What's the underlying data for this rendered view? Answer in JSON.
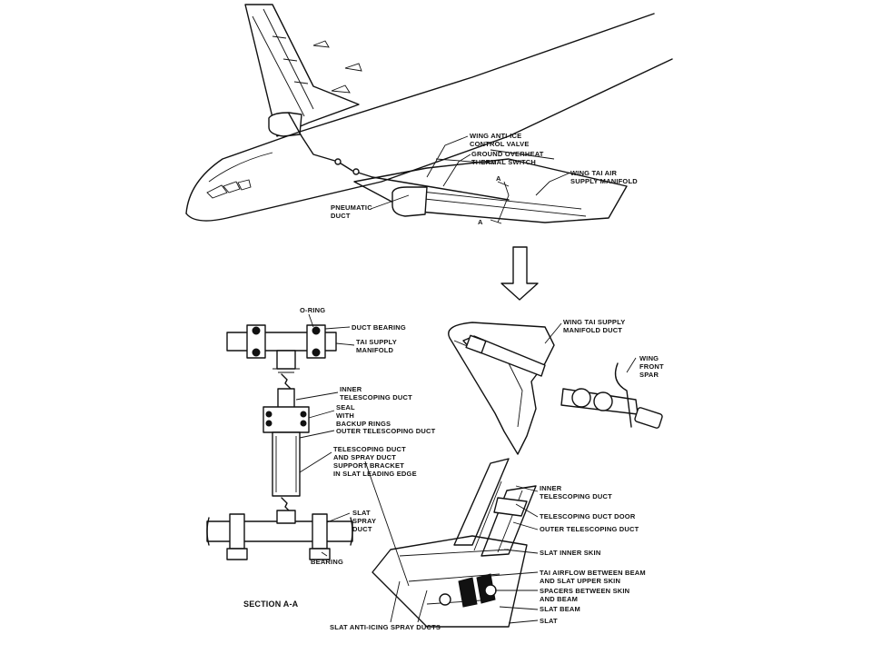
{
  "labels": {
    "wing_anti_ice_control_valve": "WING ANTI-ICE\nCONTROL VALVE",
    "ground_overheat_thermal_switch": "GROUND OVERHEAT\nTHERMAL SWITCH",
    "wing_tai_air_supply_manifold": "WING TAI AIR\nSUPPLY MANIFOLD",
    "pneumatic_duct": "PNEUMATIC\nDUCT",
    "section_marker_a_upper": "A",
    "section_marker_a_lower": "A",
    "o_ring": "O-RING",
    "duct_bearing": "DUCT BEARING",
    "tai_supply_manifold": "TAI SUPPLY\nMANIFOLD",
    "inner_telescoping_duct_left": "INNER\nTELESCOPING DUCT",
    "seal_with_backup_rings": "SEAL\nWITH\nBACKUP RINGS",
    "outer_telescoping_duct_left": "OUTER TELESCOPING DUCT",
    "support_bracket": "TELESCOPING DUCT\nAND SPRAY DUCT\nSUPPORT BRACKET\nIN SLAT LEADING EDGE",
    "slat_spray_duct": "SLAT\nSPRAY\nDUCT",
    "bearing": "BEARING",
    "section_a_a": "SECTION A-A",
    "wing_tai_supply_manifold_duct": "WING TAI SUPPLY\nMANIFOLD DUCT",
    "wing_front_spar": "WING\nFRONT\nSPAR",
    "inner_telescoping_duct_right": "INNER\nTELESCOPING DUCT",
    "telescoping_duct_door": "TELESCOPING DUCT DOOR",
    "outer_telescoping_duct_right": "OUTER TELESCOPING DUCT",
    "slat_inner_skin": "SLAT INNER SKIN",
    "tai_airflow": "TAI AIRFLOW BETWEEN BEAM\nAND SLAT UPPER SKIN",
    "spacers": "SPACERS BETWEEN SKIN\nAND BEAM",
    "slat_beam": "SLAT BEAM",
    "slat": "SLAT",
    "slat_anti_icing_spray_ducts": "SLAT ANTI-ICING SPRAY DUCTS"
  },
  "icons": {
    "arrow": "down-arrow-icon"
  }
}
